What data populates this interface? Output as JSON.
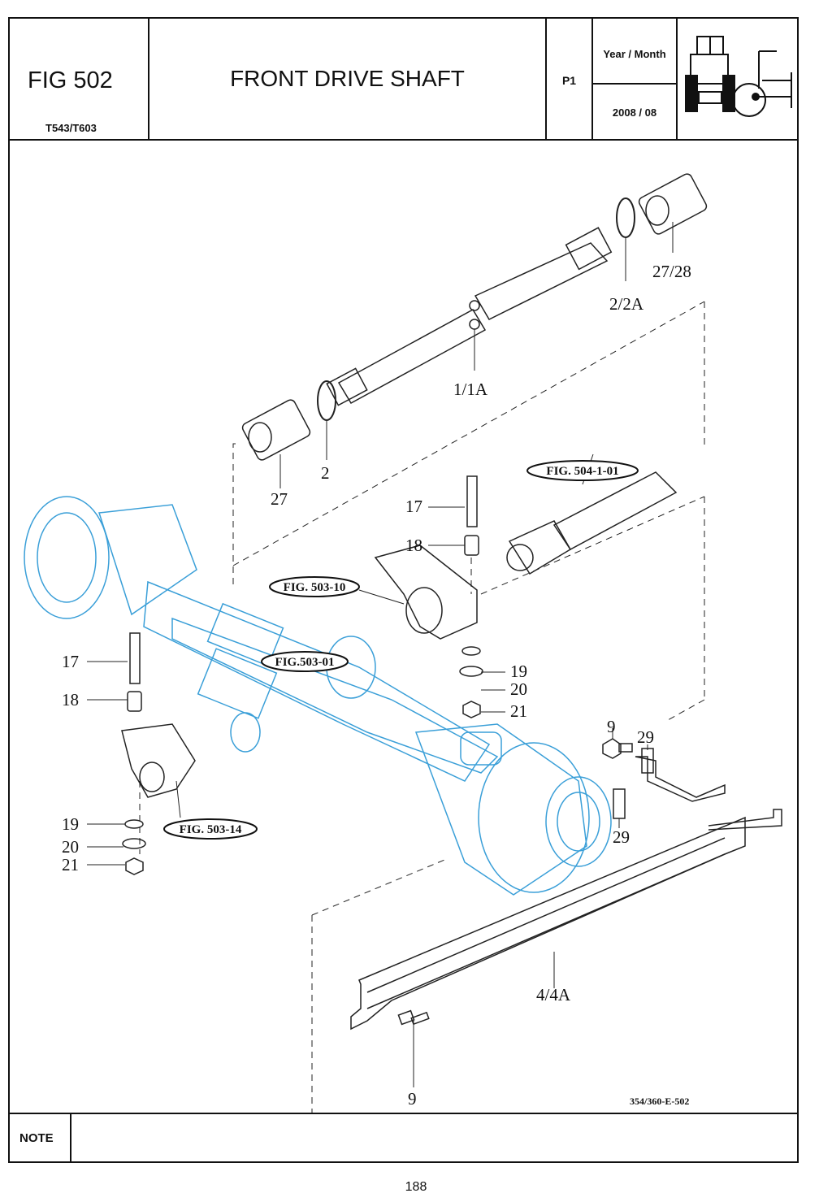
{
  "header": {
    "fig_number": "FIG 502",
    "models": "T543/T603",
    "title": "FRONT DRIVE SHAFT",
    "page_code": "P1",
    "year_month_label": "Year / Month",
    "year_month_value": "2008 / 08"
  },
  "callouts": {
    "c_1_1A": "1/1A",
    "c_2_left": "2",
    "c_2_2A": "2/2A",
    "c_27_left": "27",
    "c_27_28": "27/28",
    "c_17_right": "17",
    "c_18_right": "18",
    "c_17_left": "17",
    "c_18_left": "18",
    "c_19_right": "19",
    "c_20_right": "20",
    "c_21_right": "21",
    "c_19_left": "19",
    "c_20_left": "20",
    "c_21_left": "21",
    "c_9_top": "9",
    "c_9_bottom": "9",
    "c_29_top": "29",
    "c_29_bottom": "29",
    "c_4_4A": "4/4A"
  },
  "references": {
    "fig_504_1_01": "FIG. 504-1-01",
    "fig_503_10": "FIG. 503-10",
    "fig_503_01": "FIG.503-01",
    "fig_503_14": "FIG. 503-14"
  },
  "drawing_code": "354/360-E-502",
  "footer": {
    "note_label": "NOTE",
    "note_text": "",
    "page_number": "188"
  },
  "colors": {
    "axle_line": "#3a9fd8",
    "parts_line": "#222222"
  }
}
